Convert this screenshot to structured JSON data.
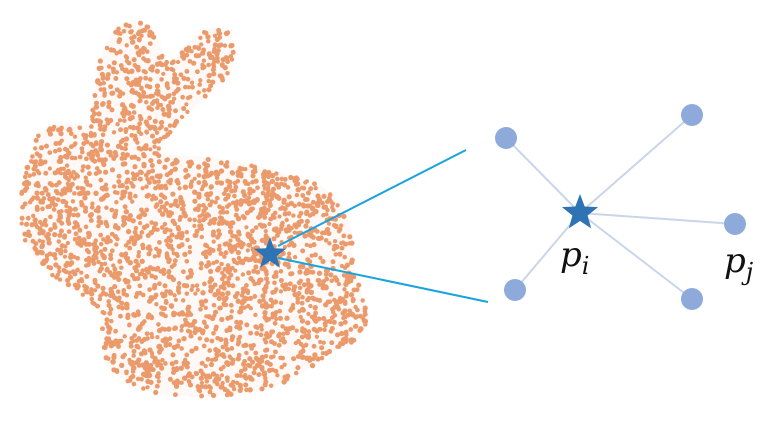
{
  "labels": {
    "center_base": "p",
    "center_sub": "i",
    "neighbor_base": "p",
    "neighbor_sub": "j"
  },
  "colors": {
    "bunny_points": "#eb9a6c",
    "star": "#2e74b5",
    "neighbor_nodes": "#8eaadb",
    "edges": "#c9d6ea",
    "zoom_lines": "#19a3dc"
  },
  "icons": {
    "center_point": "star-icon",
    "neighbor_point": "circle-icon"
  }
}
